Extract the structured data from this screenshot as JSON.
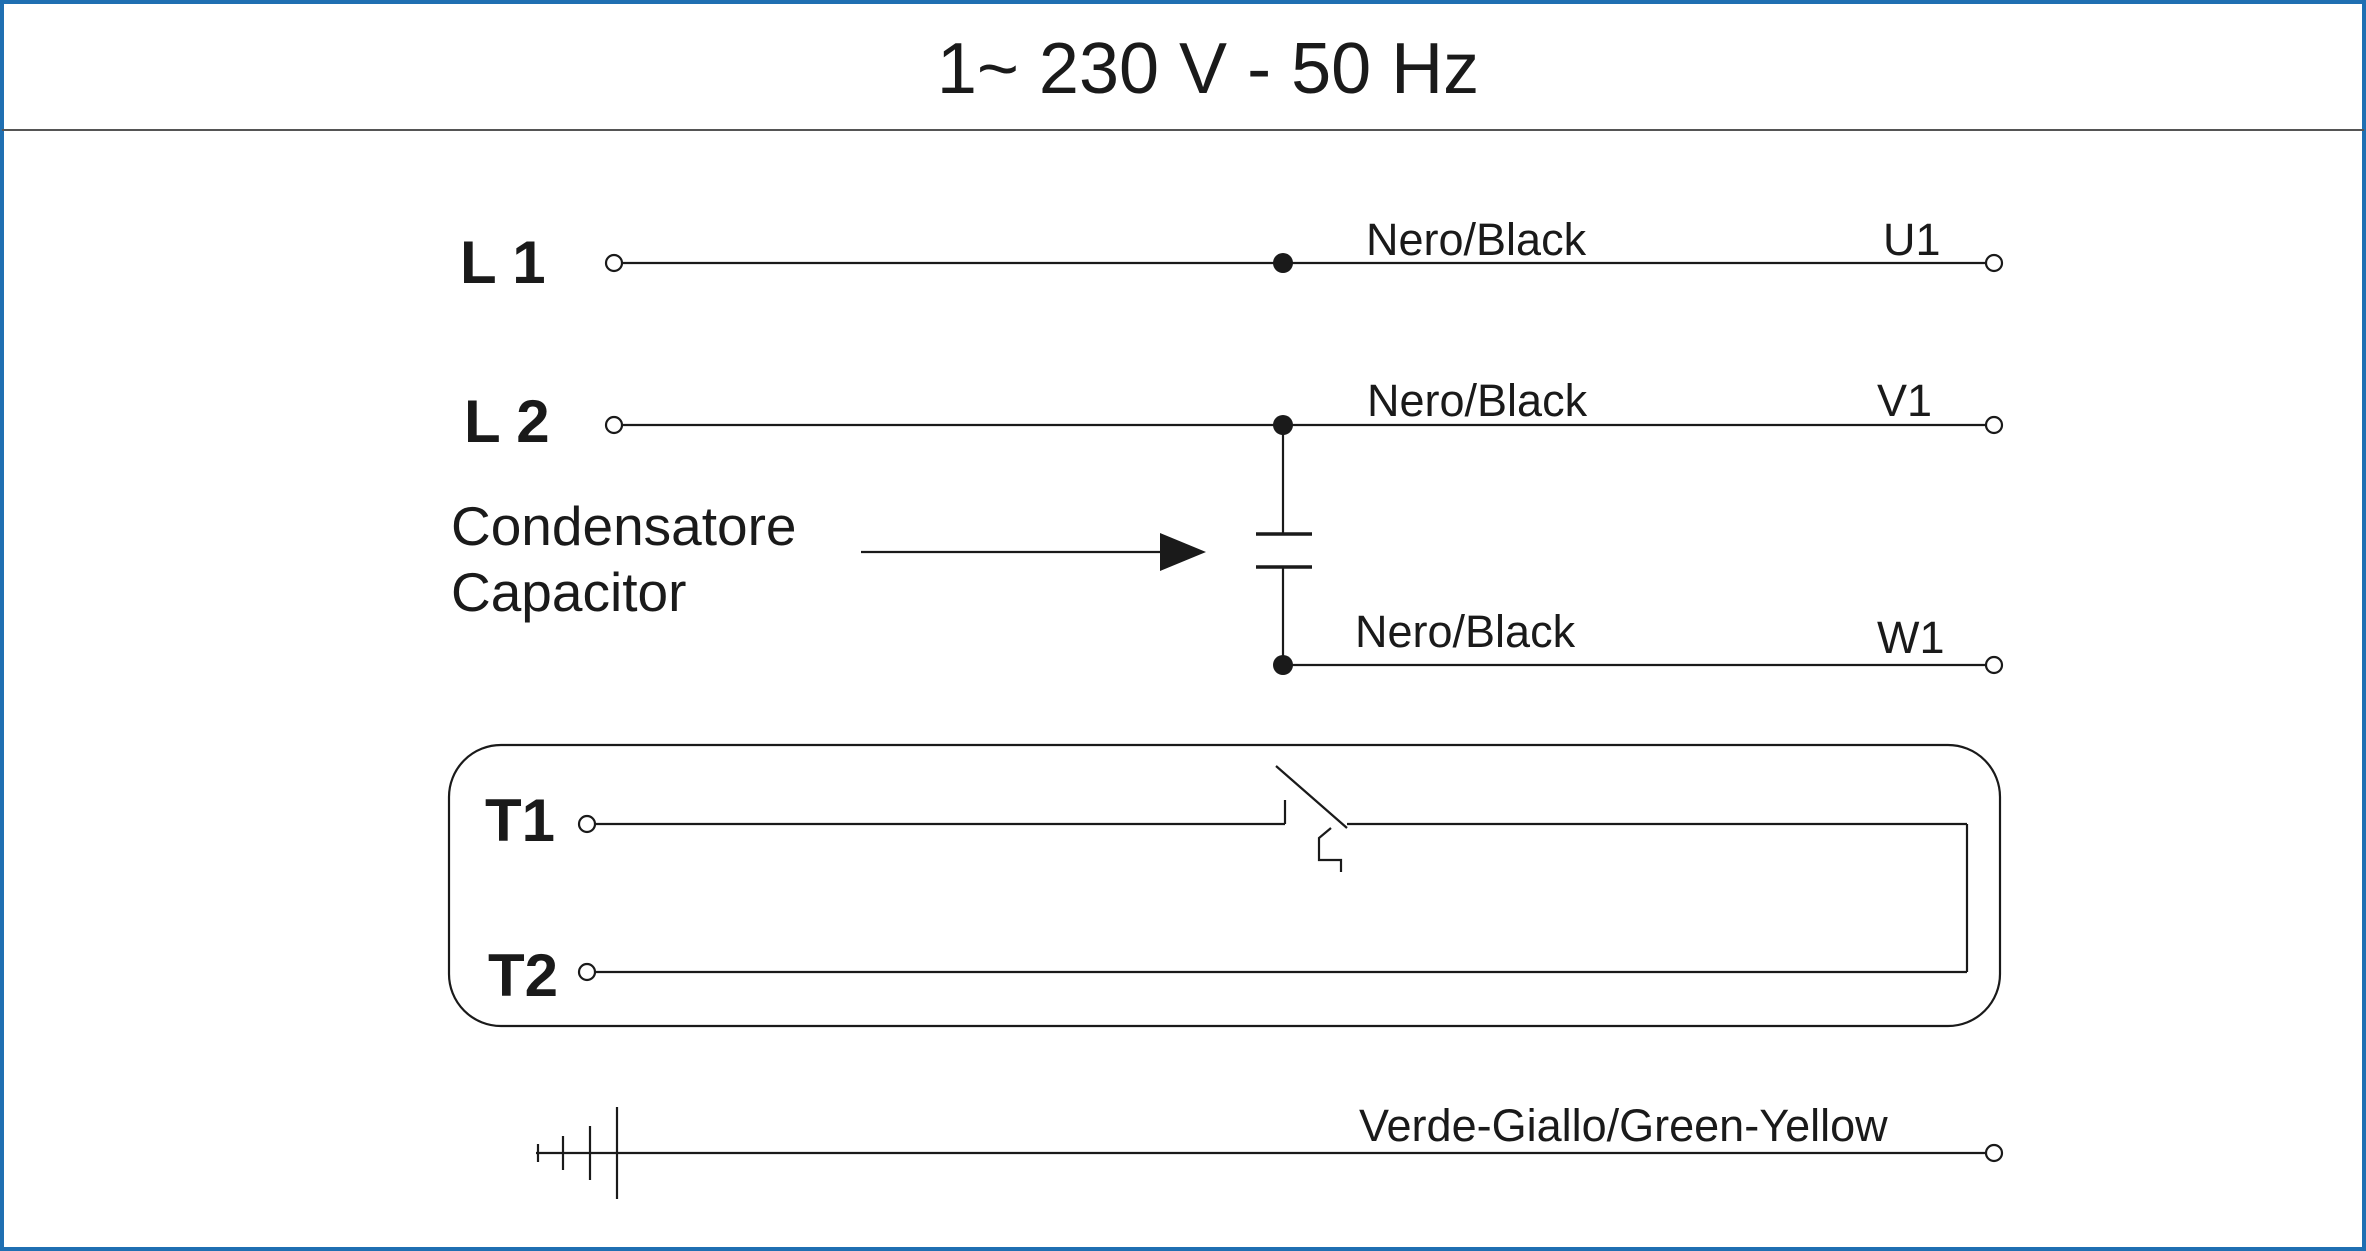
{
  "title": "1~ 230 V - 50 Hz",
  "supply": {
    "L1": "L 1",
    "L2": "L 2"
  },
  "capacitor_label": {
    "line1": "Condensatore",
    "line2": "Capacitor"
  },
  "wires": {
    "U1": {
      "color_label": "Nero/Black",
      "terminal": "U1"
    },
    "V1": {
      "color_label": "Nero/Black",
      "terminal": "V1"
    },
    "W1": {
      "color_label": "Nero/Black",
      "terminal": "W1"
    }
  },
  "thermal": {
    "T1": "T1",
    "T2": "T2"
  },
  "earth": {
    "color_label": "Verde-Giallo/Green-Yellow"
  },
  "colors": {
    "frame": "#1f6fb2",
    "line": "#1a1a1a"
  }
}
